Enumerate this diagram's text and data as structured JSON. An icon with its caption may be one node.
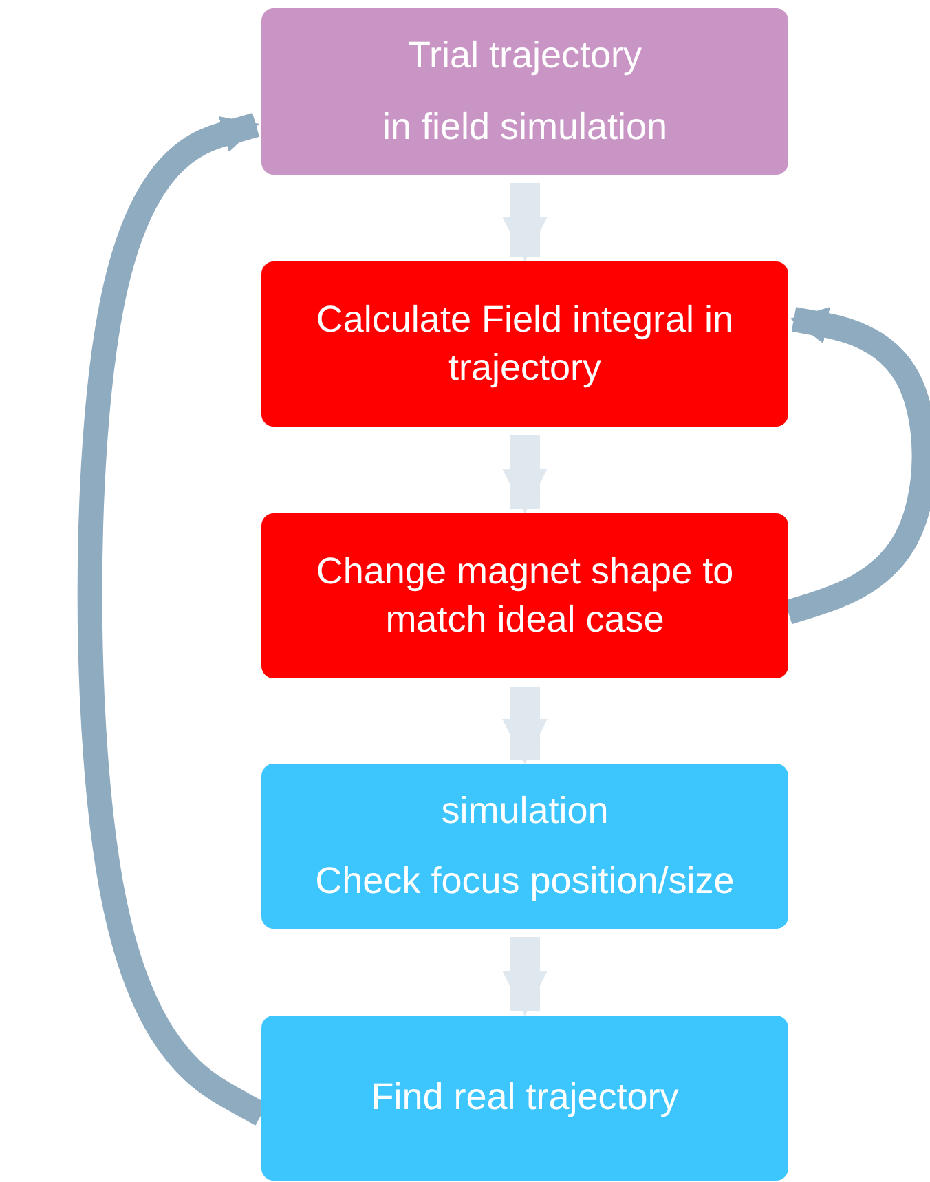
{
  "diagram": {
    "nodes": [
      {
        "text": [
          "Trial trajectory",
          "in field simulation"
        ]
      },
      {
        "text": [
          "Calculate Field integral in trajectory"
        ]
      },
      {
        "text": [
          "Change magnet shape to match ideal case"
        ]
      },
      {
        "text": [
          "simulation",
          "Check focus position/size"
        ]
      },
      {
        "text": [
          "Find real trajectory"
        ]
      }
    ],
    "edges": [
      {
        "from": 0,
        "to": 1,
        "arrow": "to"
      },
      {
        "from": 1,
        "to": 2,
        "arrow": "to"
      },
      {
        "from": 2,
        "to": 3,
        "arrow": "to"
      },
      {
        "from": 3,
        "to": 4,
        "arrow": "to"
      },
      {
        "from": 4,
        "to": 0,
        "arrow": "to",
        "color": "#8fabc0"
      },
      {
        "from": 2,
        "to": 1,
        "arrow": "to",
        "color": "#8fabc0"
      }
    ]
  }
}
